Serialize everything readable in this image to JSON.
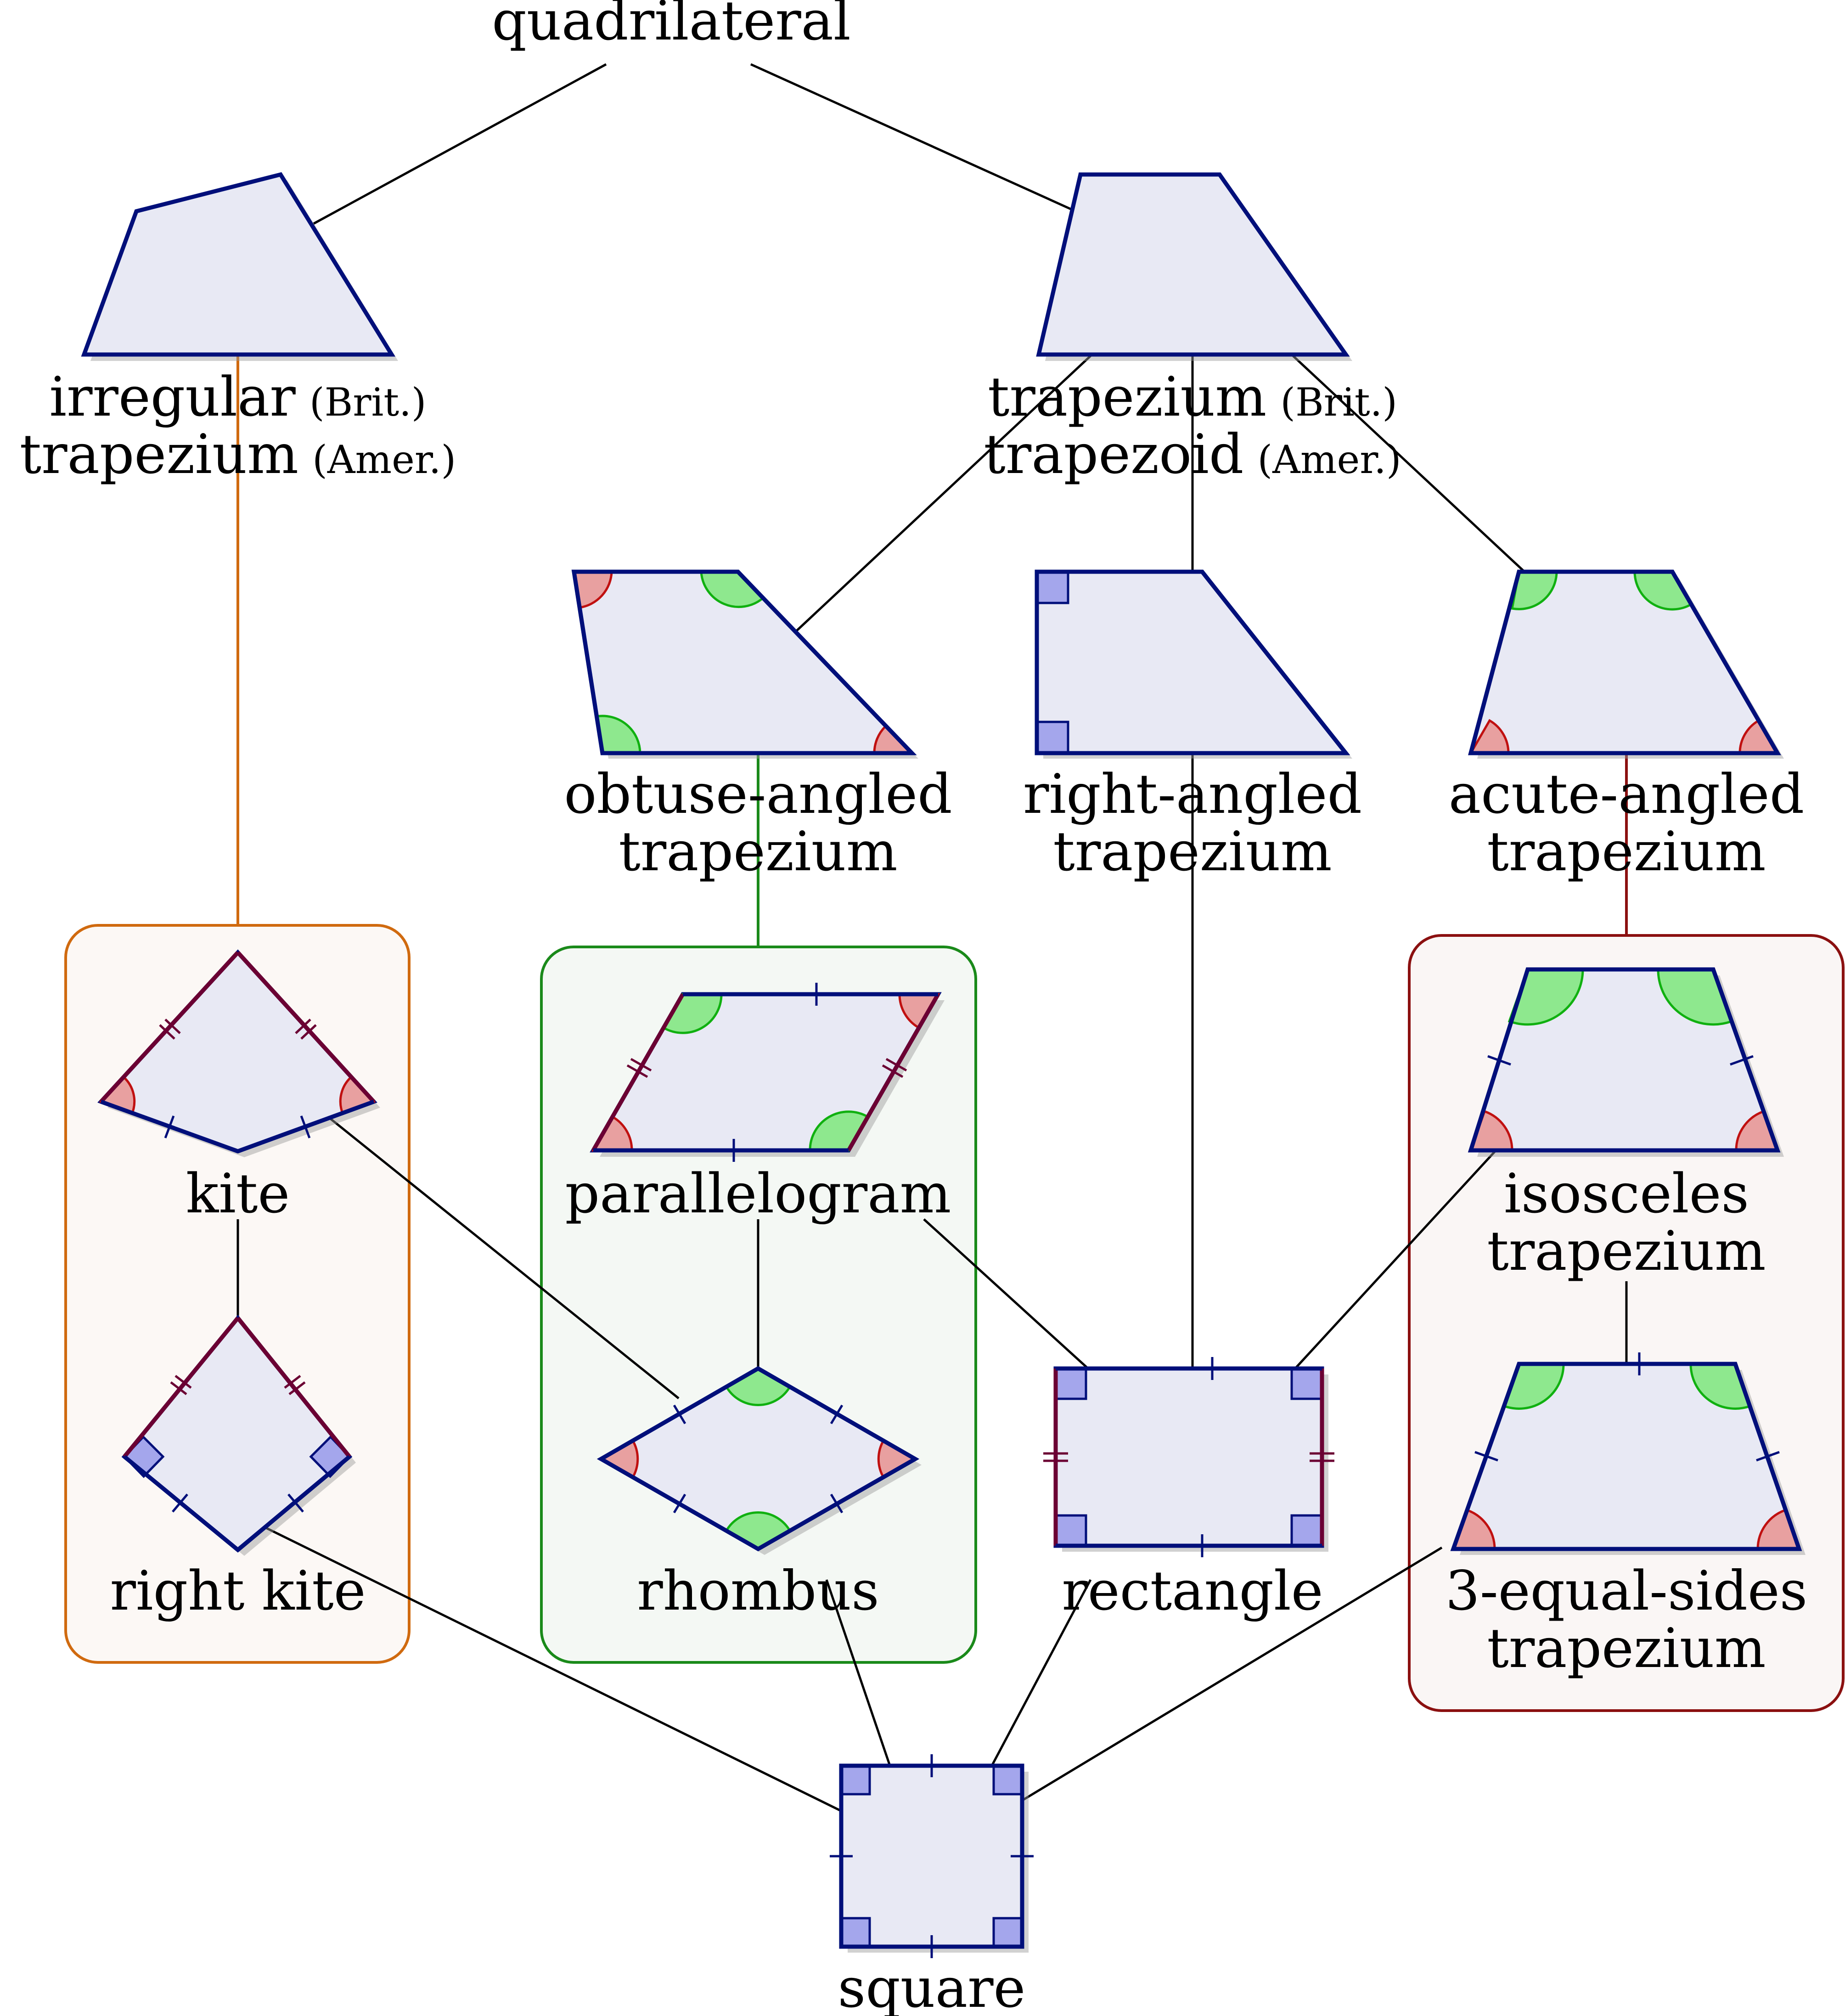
{
  "labels": {
    "quadrilateral": "quadrilateral",
    "irregular_line1": "irregular",
    "irregular_line1_note": "(Brit.)",
    "irregular_line2": "trapezium",
    "irregular_line2_note": "(Amer.)",
    "trapezium_line1": "trapezium",
    "trapezium_line1_note": "(Brit.)",
    "trapezium_line2": "trapezoid",
    "trapezium_line2_note": "(Amer.)",
    "obtuse_line1": "obtuse-angled",
    "obtuse_line2": "trapezium",
    "right_line1": "right-angled",
    "right_line2": "trapezium",
    "acute_line1": "acute-angled",
    "acute_line2": "trapezium",
    "kite": "kite",
    "parallelogram": "parallelogram",
    "isosceles_line1": "isosceles",
    "isosceles_line2": "trapezium",
    "right_kite": "right kite",
    "rhombus": "rhombus",
    "rectangle": "rectangle",
    "three_equal_line1": "3-equal-sides",
    "three_equal_line2": "trapezium",
    "square": "square"
  },
  "colors": {
    "shape_fill": "#e8e9f4",
    "shape_stroke": "#000f7a",
    "equal_side_stroke": "#6b0033",
    "kite_group": "#d06a0f",
    "parallelogram_group": "#1a8a1a",
    "trapezium_group": "#8b1010",
    "angle_red": "#e8a0a0",
    "angle_green": "#8ee88e",
    "right_angle": "#a4a6ec"
  }
}
